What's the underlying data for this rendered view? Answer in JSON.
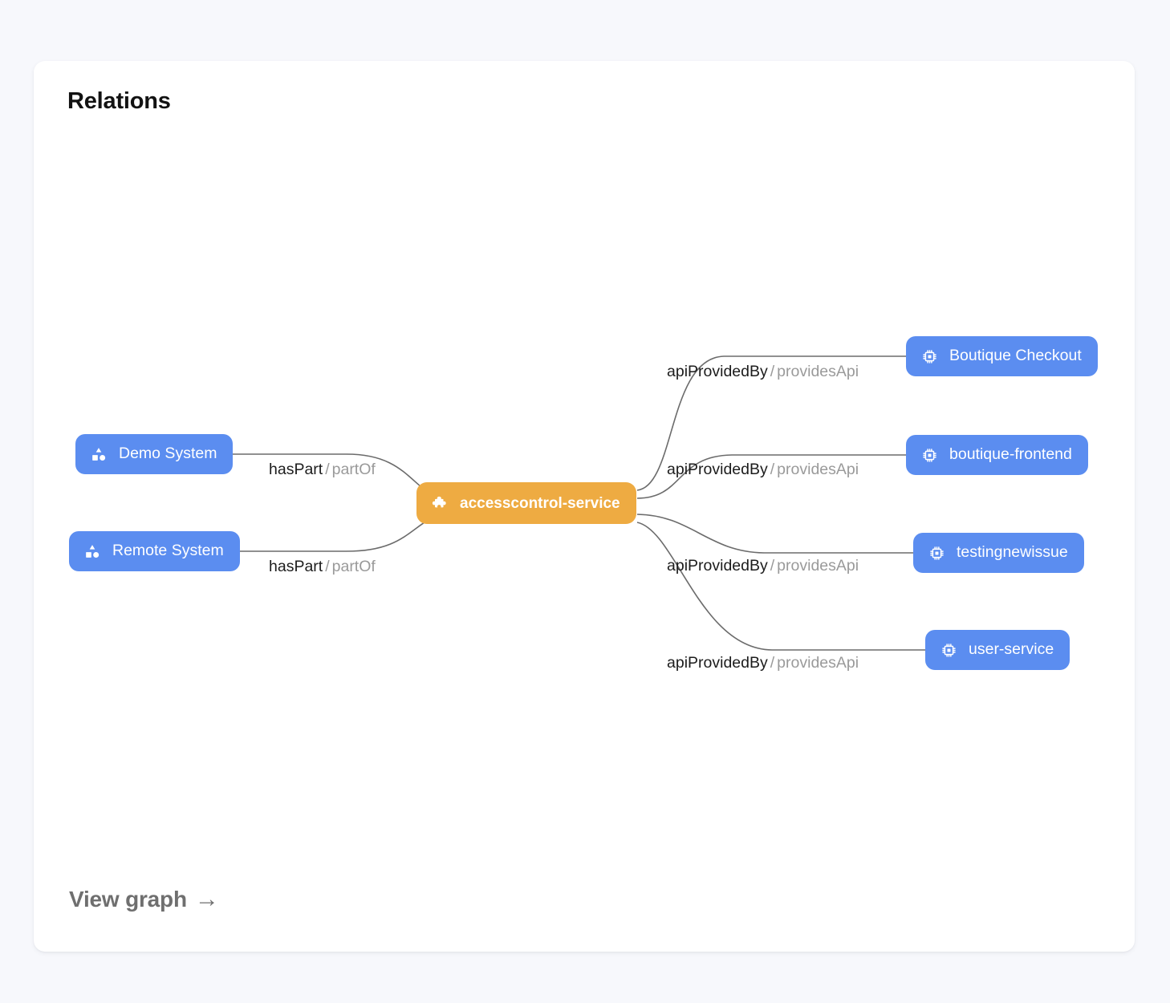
{
  "card": {
    "title": "Relations",
    "footer_link": "View graph",
    "footer_arrow": "→"
  },
  "colors": {
    "page_background": "#f7f8fc",
    "card_background": "#ffffff",
    "node_blue": "#5b8df0",
    "node_orange": "#eeab42",
    "edge_stroke": "#6b6b6b",
    "label_primary": "#1c1c1c",
    "label_secondary": "#9a9a9a",
    "footer_text": "#6f6f6f"
  },
  "graph": {
    "center_node": {
      "label": "accesscontrol-service",
      "kind": "component",
      "icon": "puzzle-piece-icon",
      "color": "#eeab42"
    },
    "left_nodes": [
      {
        "label": "Demo System",
        "kind": "system",
        "icon": "shapes-icon",
        "color": "#5b8df0"
      },
      {
        "label": "Remote System",
        "kind": "system",
        "icon": "shapes-icon",
        "color": "#5b8df0"
      }
    ],
    "right_nodes": [
      {
        "label": "Boutique Checkout",
        "kind": "api",
        "icon": "cpu-chip-icon",
        "color": "#5b8df0"
      },
      {
        "label": "boutique-frontend",
        "kind": "api",
        "icon": "cpu-chip-icon",
        "color": "#5b8df0"
      },
      {
        "label": "testingnewissue",
        "kind": "api",
        "icon": "cpu-chip-icon",
        "color": "#5b8df0"
      },
      {
        "label": "user-service",
        "kind": "api",
        "icon": "cpu-chip-icon",
        "color": "#5b8df0"
      }
    ],
    "edge_labels": [
      {
        "forward": "apiProvidedBy",
        "separator": "/",
        "reverse": "providesApi"
      },
      {
        "forward": "apiProvidedBy",
        "separator": "/",
        "reverse": "providesApi"
      },
      {
        "forward": "apiProvidedBy",
        "separator": "/",
        "reverse": "providesApi"
      },
      {
        "forward": "apiProvidedBy",
        "separator": "/",
        "reverse": "providesApi"
      },
      {
        "forward": "hasPart",
        "separator": "/",
        "reverse": "partOf"
      },
      {
        "forward": "hasPart",
        "separator": "/",
        "reverse": "partOf"
      }
    ]
  }
}
